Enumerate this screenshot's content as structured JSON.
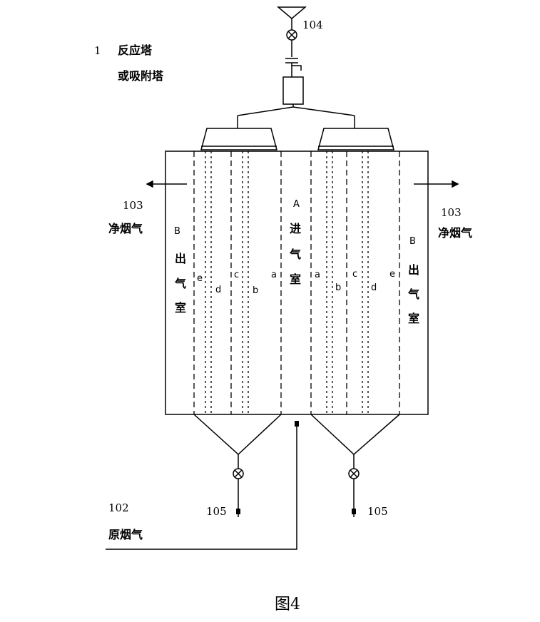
{
  "title_number": "1",
  "title_line1": "反应塔",
  "title_line2": "或吸附塔",
  "inlet_number": "104",
  "outlet_left_number": "103",
  "outlet_left_label": "净烟气",
  "outlet_right_number": "103",
  "outlet_right_label": "净烟气",
  "raw_gas_number": "102",
  "raw_gas_label": "原烟气",
  "drain_left_number": "105",
  "drain_right_number": "105",
  "chamber_a_letter": "A",
  "chamber_a_chars": [
    "进",
    "气",
    "室"
  ],
  "chamber_b_left_letter": "B",
  "chamber_b_left_chars": [
    "出",
    "气",
    "室"
  ],
  "chamber_b_right_letter": "B",
  "chamber_b_right_chars": [
    "出",
    "气",
    "室"
  ],
  "layer_letters_left": [
    "e",
    "d",
    "c",
    "b",
    "a"
  ],
  "layer_letters_right": [
    "a",
    "b",
    "c",
    "d",
    "e"
  ],
  "caption": "图4"
}
